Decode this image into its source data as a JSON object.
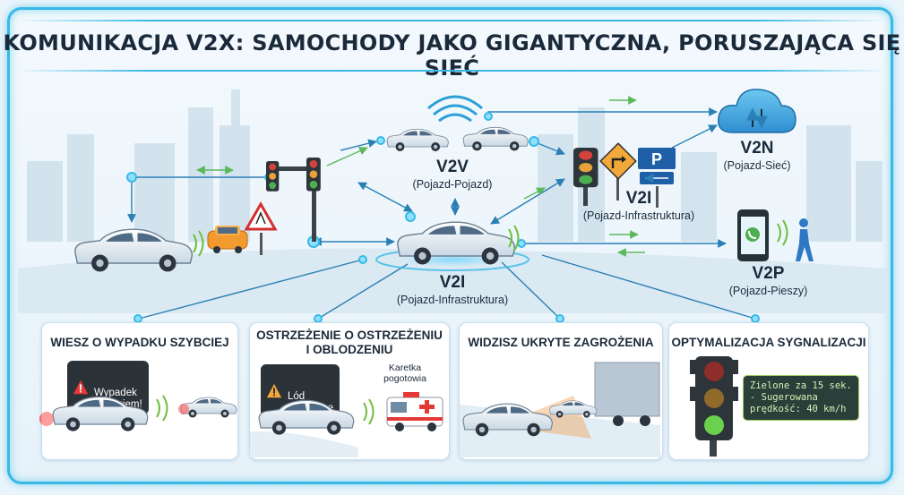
{
  "title": "KOMUNIKACJA V2X: SAMOCHODY JAKO GIGANTYCZNA, PORUSZAJĄCA SIĘ SIEĆ",
  "nodes": {
    "v2v": {
      "label": "V2V",
      "sub": "(Pojazd-Pojazd)"
    },
    "v2i_top": {
      "label": "V2I",
      "sub": "(Pojazd-Infrastruktura)"
    },
    "v2n": {
      "label": "V2N",
      "sub": "(Pojazd-Sieć)"
    },
    "v2p": {
      "label": "V2P",
      "sub": "(Pojazd-Pieszy)"
    },
    "v2i_center": {
      "label": "V2I",
      "sub": "(Pojazd-Infrastruktura)"
    }
  },
  "panels": [
    {
      "title": "WIESZ O WYPADKU SZYBCIEJ",
      "bubble": "Wypadek\nza rogiem!"
    },
    {
      "title": "OSTRZEŻENIE O OSTRZEŻENIU\nI OBLODZENIU",
      "bubble": "Lód\nna drodze",
      "ambulance_label": "Karetka\npogotowia"
    },
    {
      "title": "WIDZISZ UKRYTE ZAGROŻENIA"
    },
    {
      "title": "OPTYMALIZACJA SYGNALIZACJI",
      "info": "Zielone za 15 sek.\n- Sugerowana\nprędkość: 40 km/h"
    }
  ],
  "colors": {
    "accent": "#38b9e6",
    "link": "#2a7fb5",
    "arrow_green": "#5cb85c",
    "panel_border": "#c9dfee"
  },
  "icons": [
    "cloud-icon",
    "phone-icon",
    "pedestrian-icon",
    "traffic-light-icon",
    "parking-sign-icon",
    "turn-sign-icon",
    "warning-sign-icon",
    "ambulance-icon",
    "truck-icon"
  ]
}
